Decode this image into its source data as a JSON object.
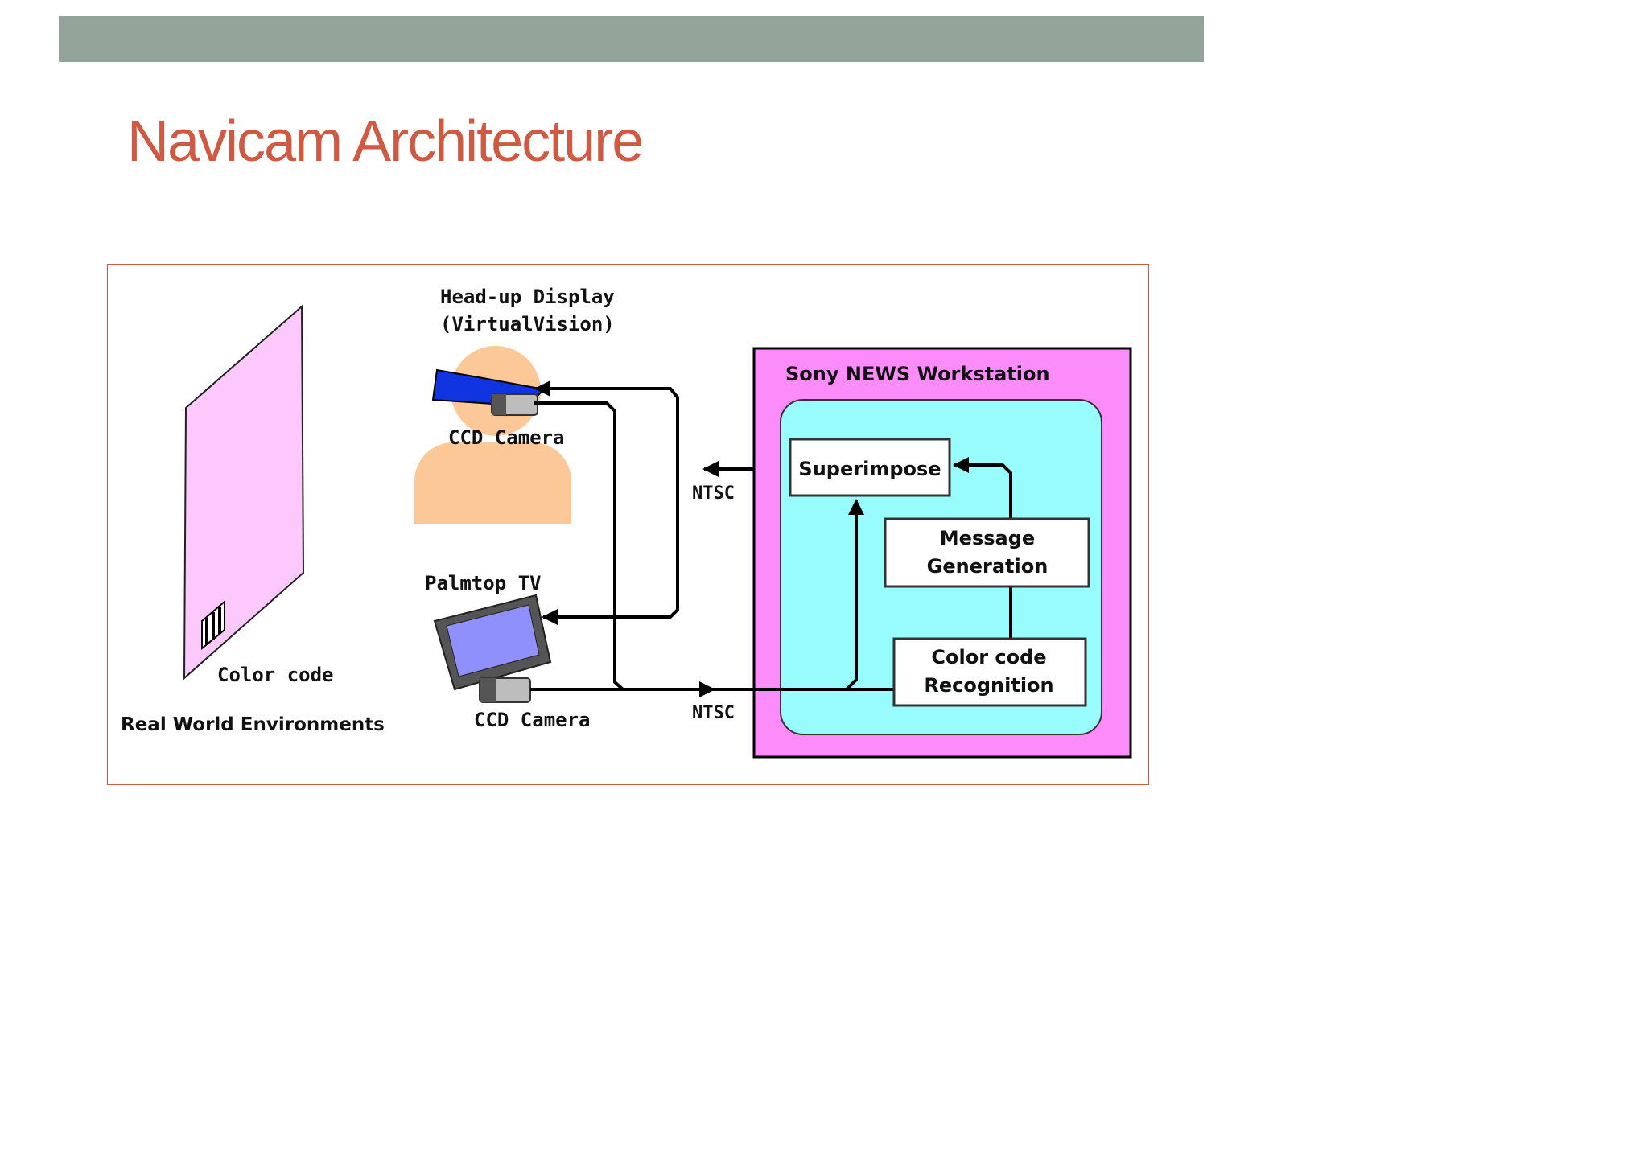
{
  "slide": {
    "title": "Navicam Architecture"
  },
  "diagram": {
    "labels": {
      "hud_line1": "Head-up Display",
      "hud_line2": "(VirtualVision)",
      "ccd_camera_top": "CCD Camera",
      "palmtop_tv": "Palmtop TV",
      "ccd_camera_bottom": "CCD Camera",
      "color_code": "Color code",
      "real_world": "Real World Environments",
      "ntsc_top": "NTSC",
      "ntsc_bottom": "NTSC",
      "workstation": "Sony NEWS Workstation",
      "superimpose": "Superimpose",
      "message_gen_line1": "Message",
      "message_gen_line2": "Generation",
      "color_rec_line1": "Color code",
      "color_rec_line2": "Recognition"
    },
    "colors": {
      "title": "#cf5a43",
      "top_bar": "#93a59a",
      "frame_border": "#cf5a43",
      "card": "#fdc8fb",
      "skin": "#fcc898",
      "visor": "#1034e0",
      "tv_screen": "#9090fc",
      "workstation_bg": "#fd8cfb",
      "inner_panel": "#98fcfc"
    }
  }
}
